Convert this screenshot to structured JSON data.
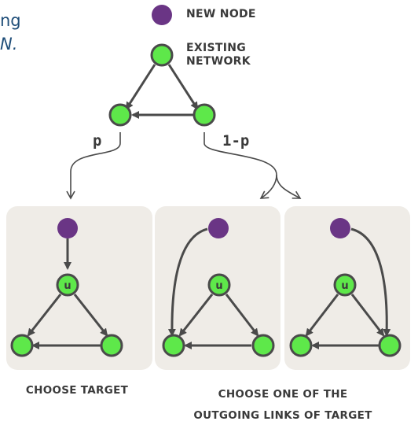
{
  "cropped_text": {
    "line1": "ng",
    "line2": "N."
  },
  "legend": {
    "new_node": "NEW NODE",
    "existing_network": "EXISTING\nNETWORK"
  },
  "branch_labels": {
    "p": "p",
    "one_minus_p": "1-p"
  },
  "node_label": "u",
  "captions": {
    "choose_target": "CHOOSE TARGET",
    "choose_outgoing": "CHOOSE ONE OF THE\nOUTGOING LINKS OF TARGET"
  },
  "colors": {
    "new_node": "#6a3585",
    "existing_node": "#5ee84a",
    "node_stroke": "#4a4a4a",
    "edge": "#4a4a4a",
    "panel": "#efece7"
  }
}
